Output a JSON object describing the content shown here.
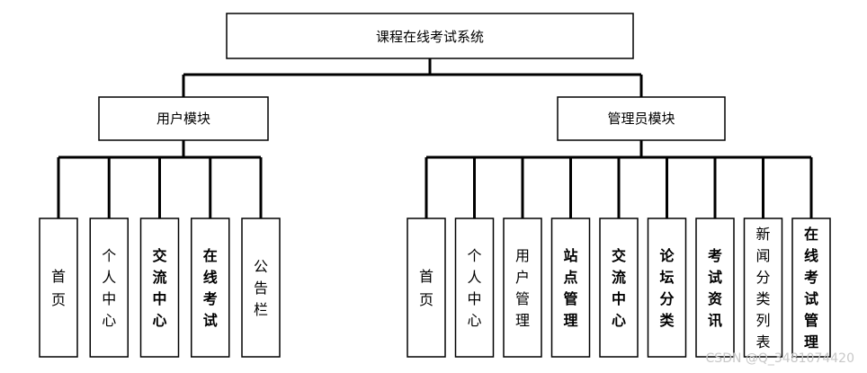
{
  "root": {
    "label": "课程在线考试系统"
  },
  "modules": [
    {
      "label": "用户模块",
      "children": [
        {
          "label": "首页",
          "bold": false
        },
        {
          "label": "个人中心",
          "bold": false
        },
        {
          "label": "交流中心",
          "bold": true
        },
        {
          "label": "在线考试",
          "bold": true
        },
        {
          "label": "公告栏",
          "bold": false
        }
      ]
    },
    {
      "label": "管理员模块",
      "children": [
        {
          "label": "首页",
          "bold": false
        },
        {
          "label": "个人中心",
          "bold": false
        },
        {
          "label": "用户管理",
          "bold": false
        },
        {
          "label": "站点管理",
          "bold": true
        },
        {
          "label": "交流中心",
          "bold": true
        },
        {
          "label": "论坛分类",
          "bold": true
        },
        {
          "label": "考试资讯",
          "bold": true
        },
        {
          "label": "新闻分类列表",
          "bold": false
        },
        {
          "label": "在线考试管理",
          "bold": true
        }
      ]
    }
  ],
  "watermark": "CSDN @Q_3481074420"
}
